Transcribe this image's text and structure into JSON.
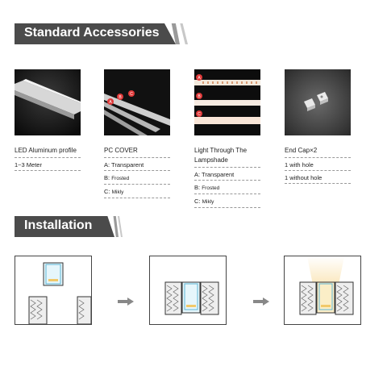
{
  "sections": {
    "accessories_title": "Standard Accessories",
    "installation_title": "Installation"
  },
  "items": [
    {
      "title": "LED Aluminum profile",
      "lines": [
        "1~3 Meter"
      ]
    },
    {
      "title": "PC COVER",
      "lines": [
        {
          "prefix": "A:",
          "text": "Transparent"
        },
        {
          "prefix": "B:",
          "text": "Frosted"
        },
        {
          "prefix": "C:",
          "text": "Mikly"
        }
      ]
    },
    {
      "title": "Light Through The Lampshade",
      "lines": [
        {
          "prefix": "A:",
          "text": "Transparent"
        },
        {
          "prefix": "B:",
          "text": "Frosted"
        },
        {
          "prefix": "C:",
          "text": "Mikly"
        }
      ]
    },
    {
      "title": "End Cap×2",
      "lines": [
        "1 with hole",
        "1 without hole"
      ]
    }
  ],
  "badges": [
    "A",
    "B",
    "C"
  ],
  "colors": {
    "banner": "#4b4b4b",
    "badge": "#e03a3a",
    "arrow": "#888888",
    "warm_light": "#f7d488"
  }
}
